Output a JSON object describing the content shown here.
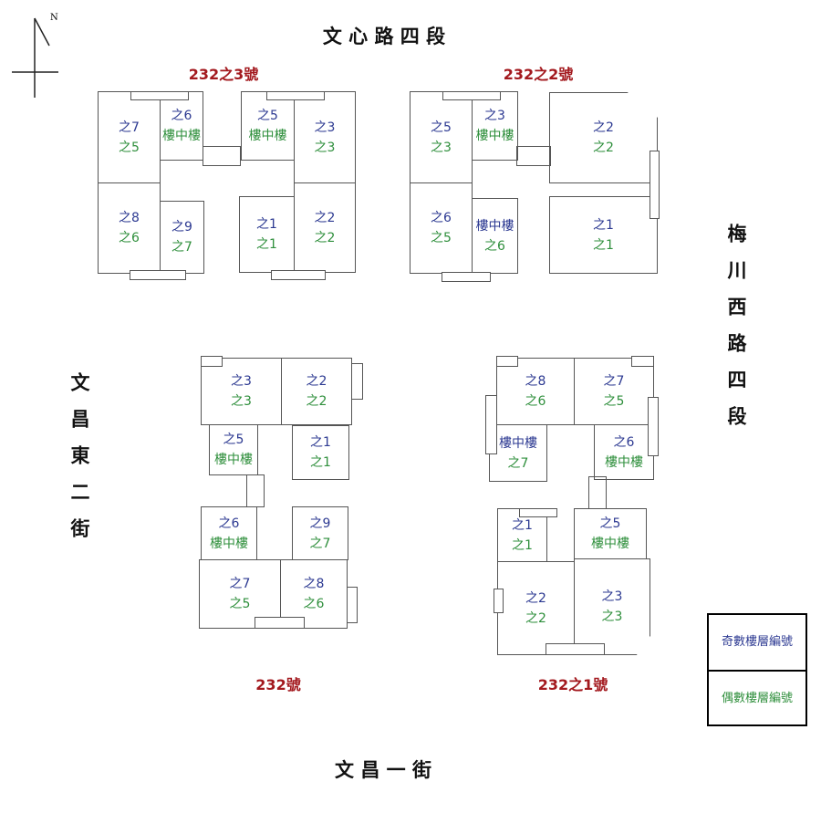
{
  "compass": {
    "north": "N"
  },
  "roads": {
    "top": "文 心 路 四 段",
    "left": "文昌東二街",
    "right": "梅川西路四段",
    "bottom": "文 昌 一 街"
  },
  "buildings": [
    {
      "title": "232之3號",
      "units": [
        {
          "odd": "之7",
          "even": "之5"
        },
        {
          "odd": "之6",
          "even": "樓中樓"
        },
        {
          "odd": "之5",
          "even": "樓中樓"
        },
        {
          "odd": "之3",
          "even": "之3"
        },
        {
          "odd": "之8",
          "even": "之6"
        },
        {
          "odd": "之9",
          "even": "之7"
        },
        {
          "odd": "之1",
          "even": "之1"
        },
        {
          "odd": "之2",
          "even": "之2"
        }
      ]
    },
    {
      "title": "232之2號",
      "units": [
        {
          "odd": "之5",
          "even": "之3"
        },
        {
          "odd": "之3",
          "even": "樓中樓"
        },
        {
          "odd": "之2",
          "even": "之2"
        },
        {
          "odd": "之6",
          "even": "之5"
        },
        {
          "odd": "樓中樓",
          "even": "之6"
        },
        {
          "odd": "之1",
          "even": "之1"
        }
      ]
    },
    {
      "title": "232號",
      "units": [
        {
          "odd": "之3",
          "even": "之3"
        },
        {
          "odd": "之2",
          "even": "之2"
        },
        {
          "odd": "之5",
          "even": "樓中樓"
        },
        {
          "odd": "之1",
          "even": "之1"
        },
        {
          "odd": "之6",
          "even": "樓中樓"
        },
        {
          "odd": "之9",
          "even": "之7"
        },
        {
          "odd": "之7",
          "even": "之5"
        },
        {
          "odd": "之8",
          "even": "之6"
        }
      ]
    },
    {
      "title": "232之1號",
      "units": [
        {
          "odd": "之8",
          "even": "之6"
        },
        {
          "odd": "之7",
          "even": "之5"
        },
        {
          "odd": "樓中樓",
          "even": "之7"
        },
        {
          "odd": "之6",
          "even": "樓中樓"
        },
        {
          "odd": "之1",
          "even": "之1"
        },
        {
          "odd": "之5",
          "even": "樓中樓"
        },
        {
          "odd": "之2",
          "even": "之2"
        },
        {
          "odd": "之3",
          "even": "之3"
        }
      ]
    }
  ],
  "legend": {
    "odd": "奇數樓層編號",
    "even": "偶數樓層編號"
  },
  "colors": {
    "odd": "#2d3a92",
    "even": "#2f8f3c",
    "title": "#a3191e"
  }
}
